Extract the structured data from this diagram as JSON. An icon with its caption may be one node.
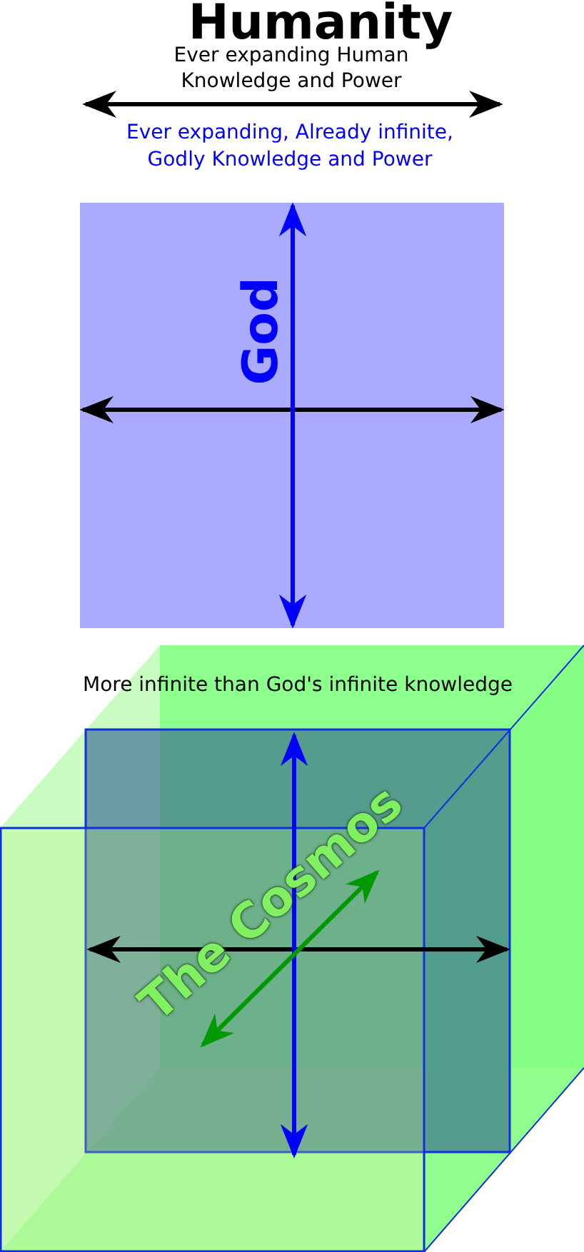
{
  "diagram": {
    "title": "Humanity",
    "nodes": [
      {
        "text": [
          "God"
        ]
      },
      {
        "text": [
          "More infinite than God's infinite knowledge",
          "The Cosmos"
        ]
      }
    ],
    "labels": [
      "Ever expanding Human Knowledge and Power",
      "Ever expanding, Already infinite, Godly Knowledge and Power"
    ]
  }
}
